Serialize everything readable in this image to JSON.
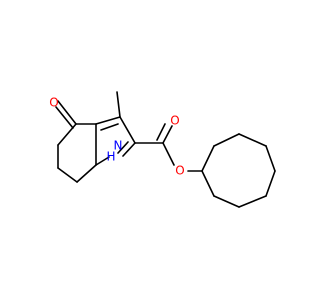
{
  "molecule": {
    "atoms": {
      "ketone_oxygen": "O",
      "ring_nitrogen": "N",
      "ring_nitrogen_hydrogen": "H",
      "carbonyl_oxygen": "O",
      "ester_oxygen": "O"
    },
    "colors": {
      "bond": "#000000",
      "oxygen": "#ff0000",
      "nitrogen": "#0000ff",
      "background": "#ffffff"
    }
  }
}
